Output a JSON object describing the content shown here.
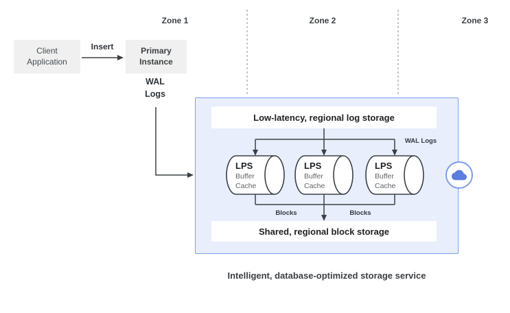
{
  "zones": {
    "zone1": "Zone 1",
    "zone2": "Zone 2",
    "zone3": "Zone 3"
  },
  "client_app": {
    "line1": "Client",
    "line2": "Application"
  },
  "insert_label": "Insert",
  "primary_instance": {
    "line1": "Primary",
    "line2": "Instance"
  },
  "wal_logs": {
    "line1": "WAL",
    "line2": "Logs"
  },
  "storage_service": {
    "log_storage_label": "Low-latency, regional log storage",
    "wal_logs_label": "WAL Logs",
    "lps_nodes": [
      {
        "title": "LPS",
        "line1": "Buffer",
        "line2": "Cache"
      },
      {
        "title": "LPS",
        "line1": "Buffer",
        "line2": "Cache"
      },
      {
        "title": "LPS",
        "line1": "Buffer",
        "line2": "Cache"
      }
    ],
    "blocks_left_label": "Blocks",
    "blocks_right_label": "Blocks",
    "block_storage_label": "Shared, regional block storage"
  },
  "caption": "Intelligent, database-optimized storage service",
  "colors": {
    "container_fill": "#e8eefb",
    "container_border": "#7c9cf2",
    "node_fill": "#f0f0f0",
    "line": "#3c4043",
    "dashed_line": "#9aa0a6",
    "cloud_fill": "#5b7ce0",
    "cloud_ring": "#7e9bf2",
    "text_primary": "#202124",
    "text_secondary": "#5f6368"
  }
}
